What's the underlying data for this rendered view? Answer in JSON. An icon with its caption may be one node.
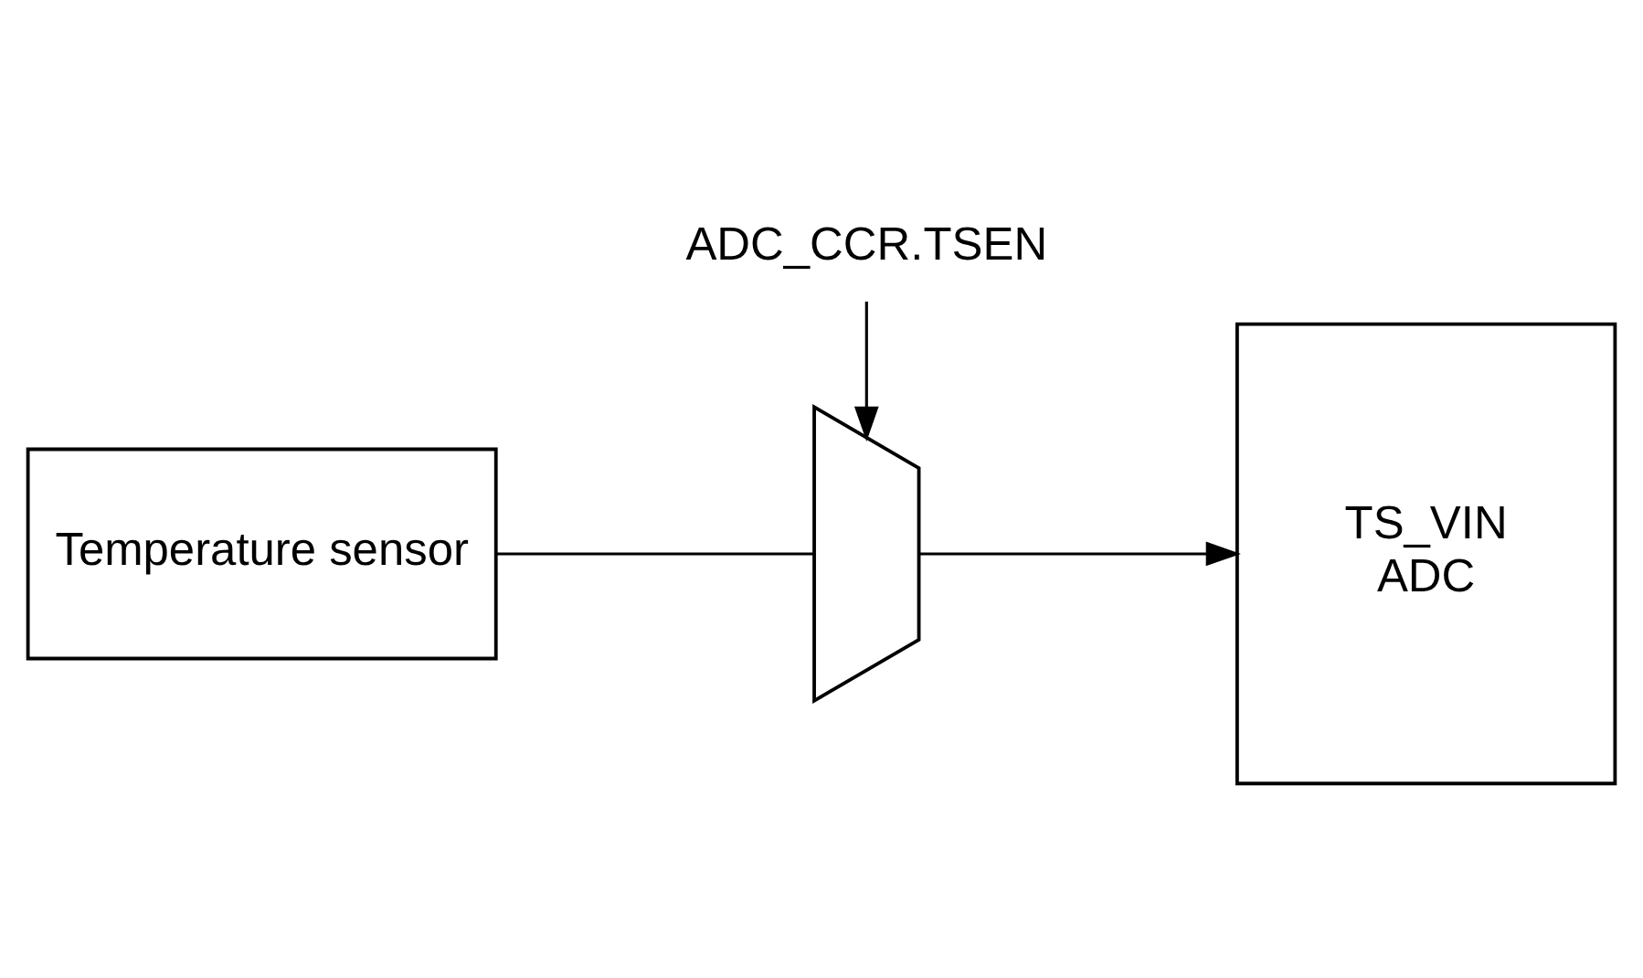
{
  "diagram": {
    "nodes": [
      {
        "text": [
          "Temperature sensor"
        ]
      },
      {
        "text": [],
        "shape": "trapezoid"
      },
      {
        "text": [
          "ADC_CCR.TSEN"
        ]
      },
      {
        "text": [
          "TS_VIN",
          "ADC"
        ]
      }
    ],
    "edges": [
      {
        "from": 0,
        "to": 1,
        "arrow": "none"
      },
      {
        "from": 2,
        "to": 1,
        "arrow": "to"
      },
      {
        "from": 1,
        "to": 3,
        "arrow": "to"
      }
    ]
  }
}
